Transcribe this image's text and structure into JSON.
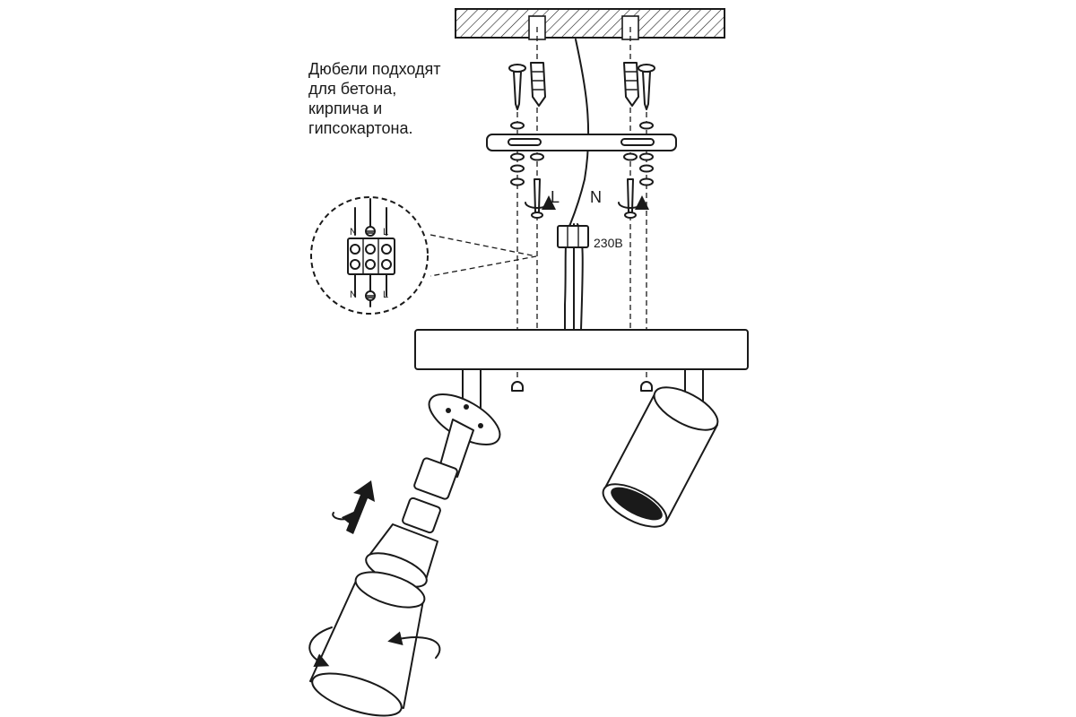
{
  "note": {
    "lines": [
      "Дюбели подходят",
      "для бетона,",
      "кирпича и",
      "гипсокартона."
    ]
  },
  "wiring": {
    "live_label": "L",
    "neutral_label": "N",
    "voltage_label": "230В"
  },
  "terminal_detail": {
    "top_labels": [
      "N",
      "L"
    ],
    "bottom_labels": [
      "N",
      "L"
    ],
    "ground_icon": "ground-symbol-icon"
  },
  "icons": {
    "screw": "screw-icon",
    "dowel": "wall-plug-icon",
    "washer": "washer-icon",
    "rotate": "rotate-arrow-icon",
    "insert": "insert-arrow-icon"
  },
  "colors": {
    "line": "#1a1a1a",
    "background": "#ffffff"
  }
}
